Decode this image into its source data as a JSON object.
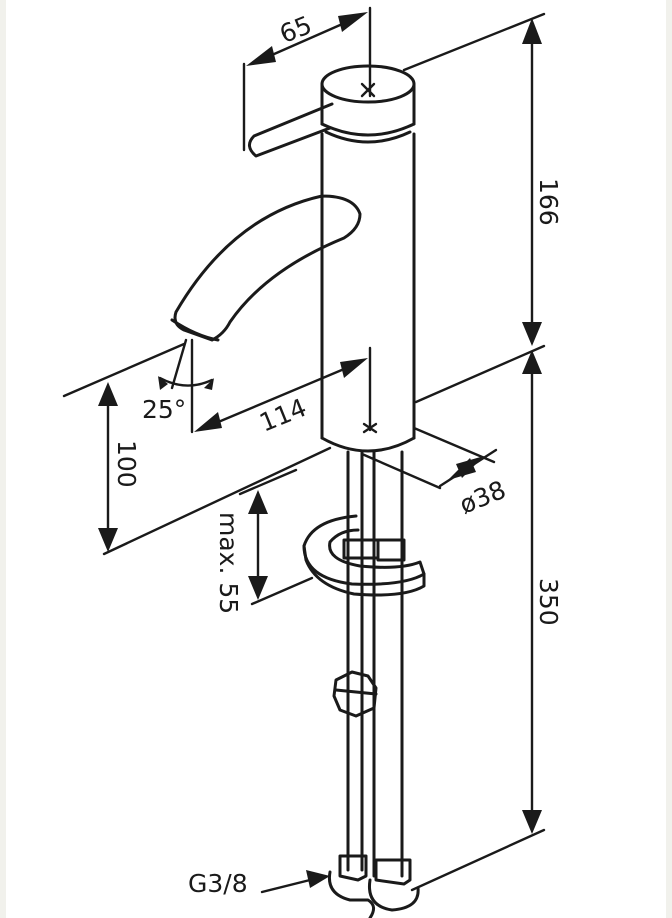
{
  "dimensions": {
    "handle_reach": "65",
    "body_height": "166",
    "spout_angle": "25°",
    "spout_reach": "114",
    "spout_clearance": "100",
    "body_diameter": "ø38",
    "max_deck_thickness": "max. 55",
    "hose_length": "350",
    "connection_thread": "G3/8"
  }
}
